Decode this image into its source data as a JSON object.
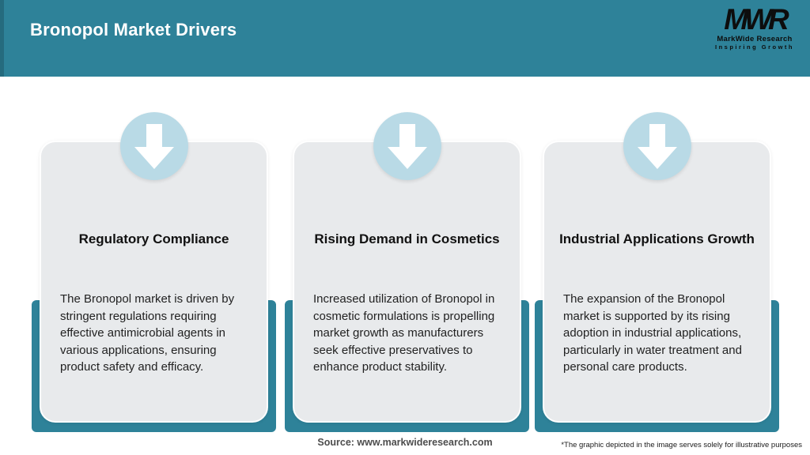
{
  "header": {
    "title": "Bronopol Market Drivers"
  },
  "logo": {
    "monogram": "MWR",
    "name": "MarkWide Research",
    "tagline": "Inspiring Growth"
  },
  "cards": [
    {
      "icon": "arrow-down-icon",
      "title": "Regulatory Compliance",
      "description": "The Bronopol market is driven by stringent regulations requiring effective antimicrobial agents in various applications, ensuring product safety and efficacy."
    },
    {
      "icon": "arrow-down-icon",
      "title": "Rising Demand in Cosmetics",
      "description": "Increased utilization of Bronopol in cosmetic formulations is propelling market growth as manufacturers seek effective preservatives to enhance product stability."
    },
    {
      "icon": "arrow-down-icon",
      "title": "Industrial Applications Growth",
      "description": "The expansion of the Bronopol market is supported by its rising adoption in industrial applications, particularly in water treatment and personal care products."
    }
  ],
  "footer": {
    "source": "Source: www.markwideresearch.com",
    "disclaimer": "*The graphic depicted in the image serves solely for illustrative purposes"
  },
  "colors": {
    "teal": "#2e8299",
    "teal_dark": "#256b7e",
    "circle_blue": "#b9dae6",
    "card_gray": "#e8eaec"
  }
}
